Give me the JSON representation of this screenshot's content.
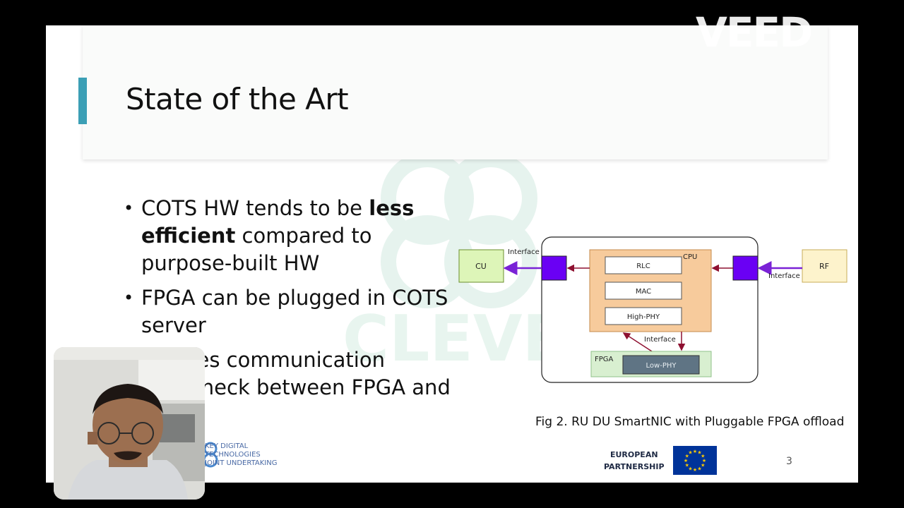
{
  "overlay": {
    "brand": "VEED"
  },
  "slide": {
    "title": "State of the Art",
    "bullets": [
      {
        "parts": [
          {
            "text": "COTS HW tends to be ",
            "bold": false
          },
          {
            "text": "less efficient",
            "bold": true
          },
          {
            "text": " compared to purpose-built HW",
            "bold": false
          }
        ]
      },
      {
        "parts": [
          {
            "text": "FPGA can be plugged in COTS server",
            "bold": false
          }
        ]
      },
      {
        "parts": [
          {
            "text": "Creates communication bottleneck between FPGA and CPU",
            "bold": false
          }
        ]
      }
    ],
    "watermark": "CLEVER",
    "caption": "Fig 2. RU DU SmartNIC with Pluggable FPGA offload",
    "page_number": "3",
    "kdt_lines": [
      "KEY DIGITAL",
      "TECHNOLOGIES",
      "JOINT UNDERTAKING"
    ],
    "partnership": [
      "EUROPEAN",
      "PARTNERSHIP"
    ]
  },
  "diagram": {
    "cu": "CU",
    "rf": "RF",
    "cpu": "CPU",
    "rlc": "RLC",
    "mac": "MAC",
    "high_phy": "High-PHY",
    "fpga": "FPGA",
    "low_phy": "Low-PHY",
    "interface_left": "Interface",
    "interface_right": "Interface",
    "interface_mid": "Interface",
    "colors": {
      "cu": "#ddf5b8",
      "rf": "#fdf3cc",
      "cpu": "#f7cb9c",
      "fpga": "#d8efd0",
      "lowphy": "#5f7484",
      "port": "#6a00f4",
      "arrow_purple": "#7a22d6",
      "arrow_red": "#8e1030"
    }
  },
  "colors": {
    "accent": "#3b9fb5"
  }
}
